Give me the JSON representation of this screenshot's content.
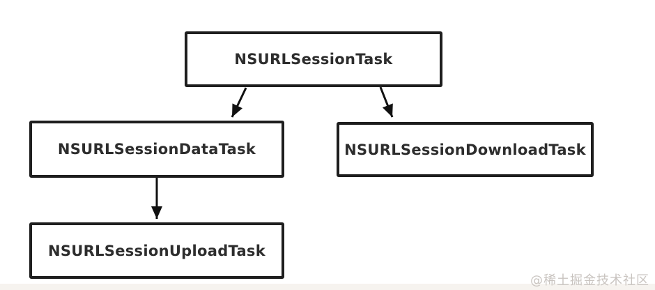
{
  "diagram": {
    "nodes": [
      {
        "id": "task",
        "label": "NSURLSessionTask"
      },
      {
        "id": "data",
        "label": "NSURLSessionDataTask"
      },
      {
        "id": "download",
        "label": "NSURLSessionDownloadTask"
      },
      {
        "id": "upload",
        "label": "NSURLSessionUploadTask"
      }
    ],
    "edges": [
      {
        "from": "NSURLSessionTask",
        "to": "NSURLSessionDataTask"
      },
      {
        "from": "NSURLSessionTask",
        "to": "NSURLSessionDownloadTask"
      },
      {
        "from": "NSURLSessionDataTask",
        "to": "NSURLSessionUploadTask"
      }
    ]
  },
  "watermark": {
    "text": "@稀土掘金技术社区"
  },
  "colors": {
    "background": "#ffffff",
    "box_border": "#1e1e1e",
    "box_fill": "#ffffff",
    "box_text": "#2d2d2d",
    "arrow": "#111111",
    "watermark": "#c9c4c0",
    "page_edge": "#f6f3ef"
  }
}
